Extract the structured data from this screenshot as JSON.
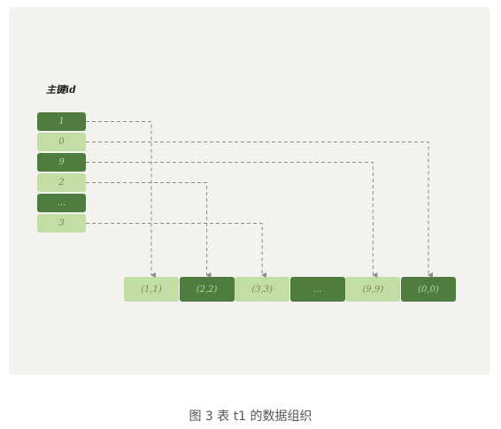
{
  "diagram": {
    "pk_label": "主键id",
    "index_entries": [
      "1",
      "0",
      "9",
      "2",
      "...",
      "3"
    ],
    "index_styles": [
      "dark",
      "light",
      "dark",
      "light",
      "dark",
      "light"
    ],
    "rows": [
      "(1,1)",
      "(2,2)",
      "(3,3)",
      "...",
      "(9,9)",
      "(0,0)"
    ],
    "row_styles": [
      "light",
      "dark",
      "light",
      "dark",
      "light",
      "dark"
    ],
    "links": [
      {
        "from": 0,
        "to": 0
      },
      {
        "from": 1,
        "to": 5
      },
      {
        "from": 2,
        "to": 4
      },
      {
        "from": 3,
        "to": 1
      },
      {
        "from": 5,
        "to": 2
      }
    ],
    "colors": {
      "dark": "#4f7d3f",
      "light": "#c2dea5",
      "line": "#8a8a8a",
      "panel": "#f3f2ee"
    }
  },
  "caption": "图 3 表 t1 的数据组织"
}
